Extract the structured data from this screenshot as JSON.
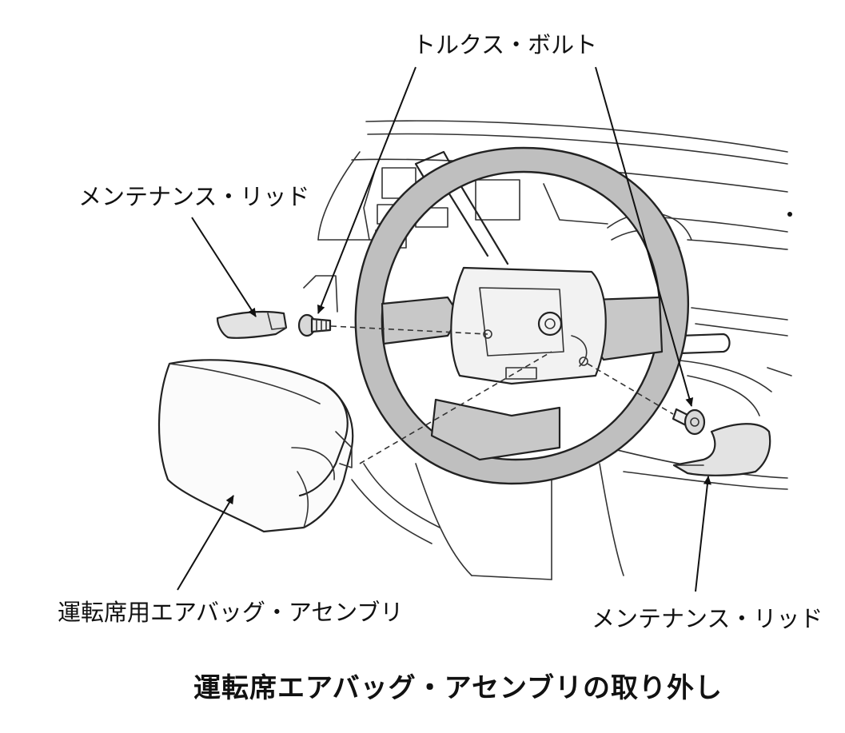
{
  "labels": {
    "torx_bolt": "トルクス・ボルト",
    "maintenance_lid_left": "メンテナンス・リッド",
    "driver_airbag_assembly": "運転席用エアバッグ・アセンブリ",
    "maintenance_lid_right": "メンテナンス・リッド"
  },
  "caption": "運転席エアバッグ・アセンブリの取り外し",
  "colors": {
    "line": "#222222",
    "wheel_fill": "#bfbfbf",
    "part_fill": "#e3e3e3",
    "background": "#ffffff"
  }
}
